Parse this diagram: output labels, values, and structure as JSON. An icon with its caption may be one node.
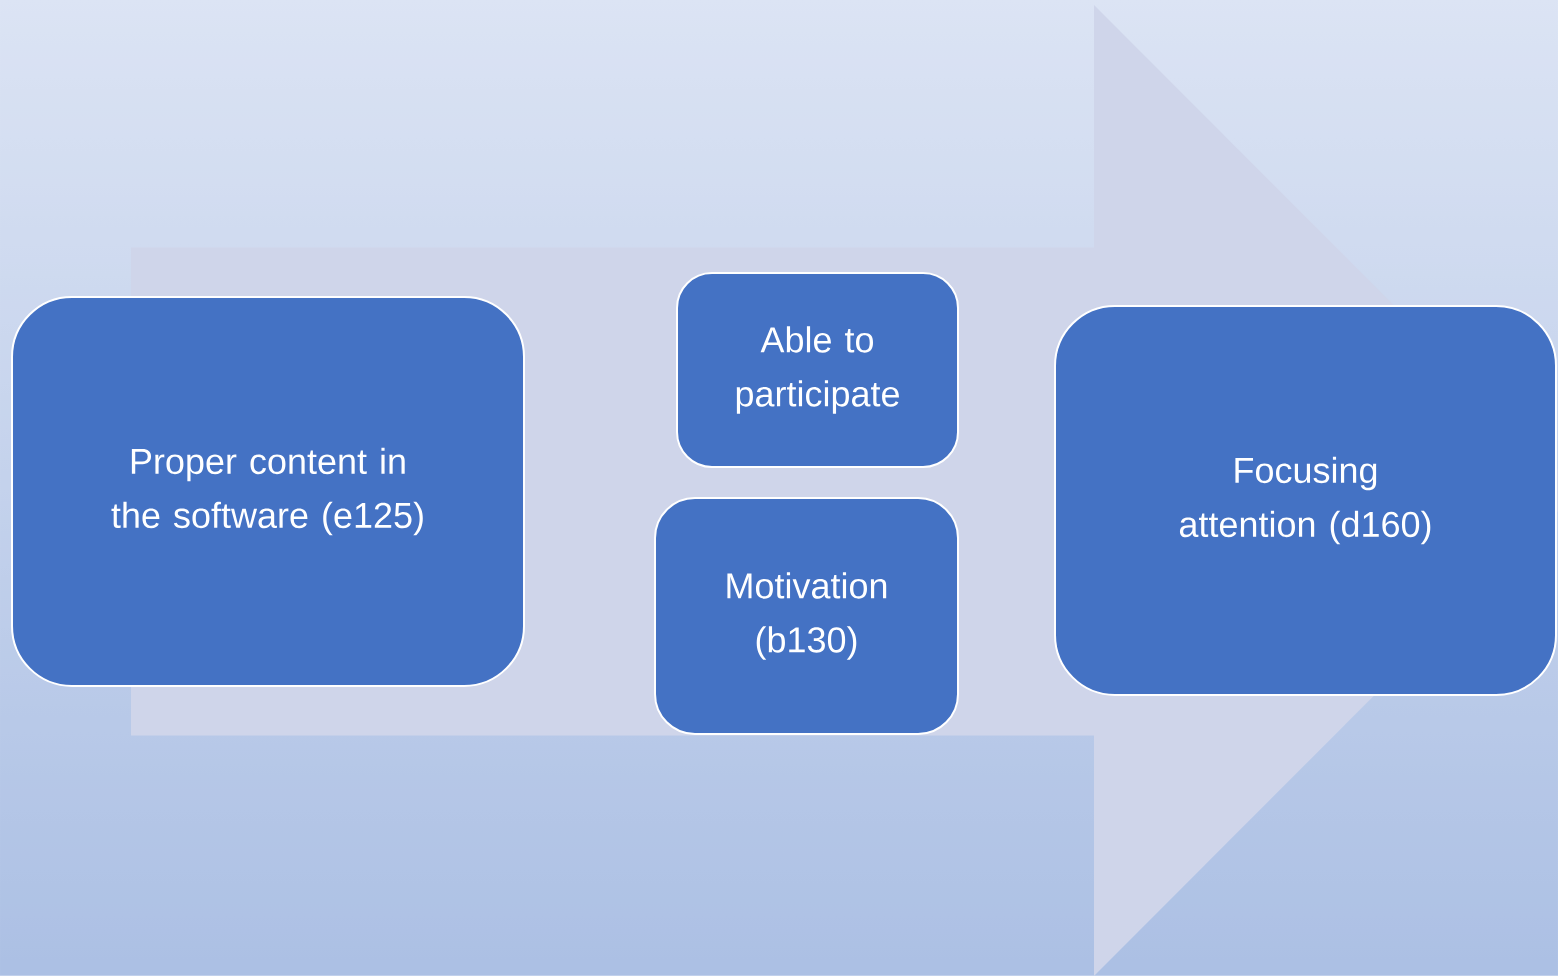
{
  "diagram": {
    "nodes": [
      {
        "text": [
          "Proper content in the software (e125)"
        ]
      },
      {
        "text": [
          "Able to participate"
        ]
      },
      {
        "text": [
          "Motivation (b130)"
        ]
      },
      {
        "text": [
          "Focusing attention (d160)"
        ]
      }
    ],
    "edges": [
      {
        "from": 0,
        "to": 3,
        "arrow": "to"
      }
    ]
  }
}
